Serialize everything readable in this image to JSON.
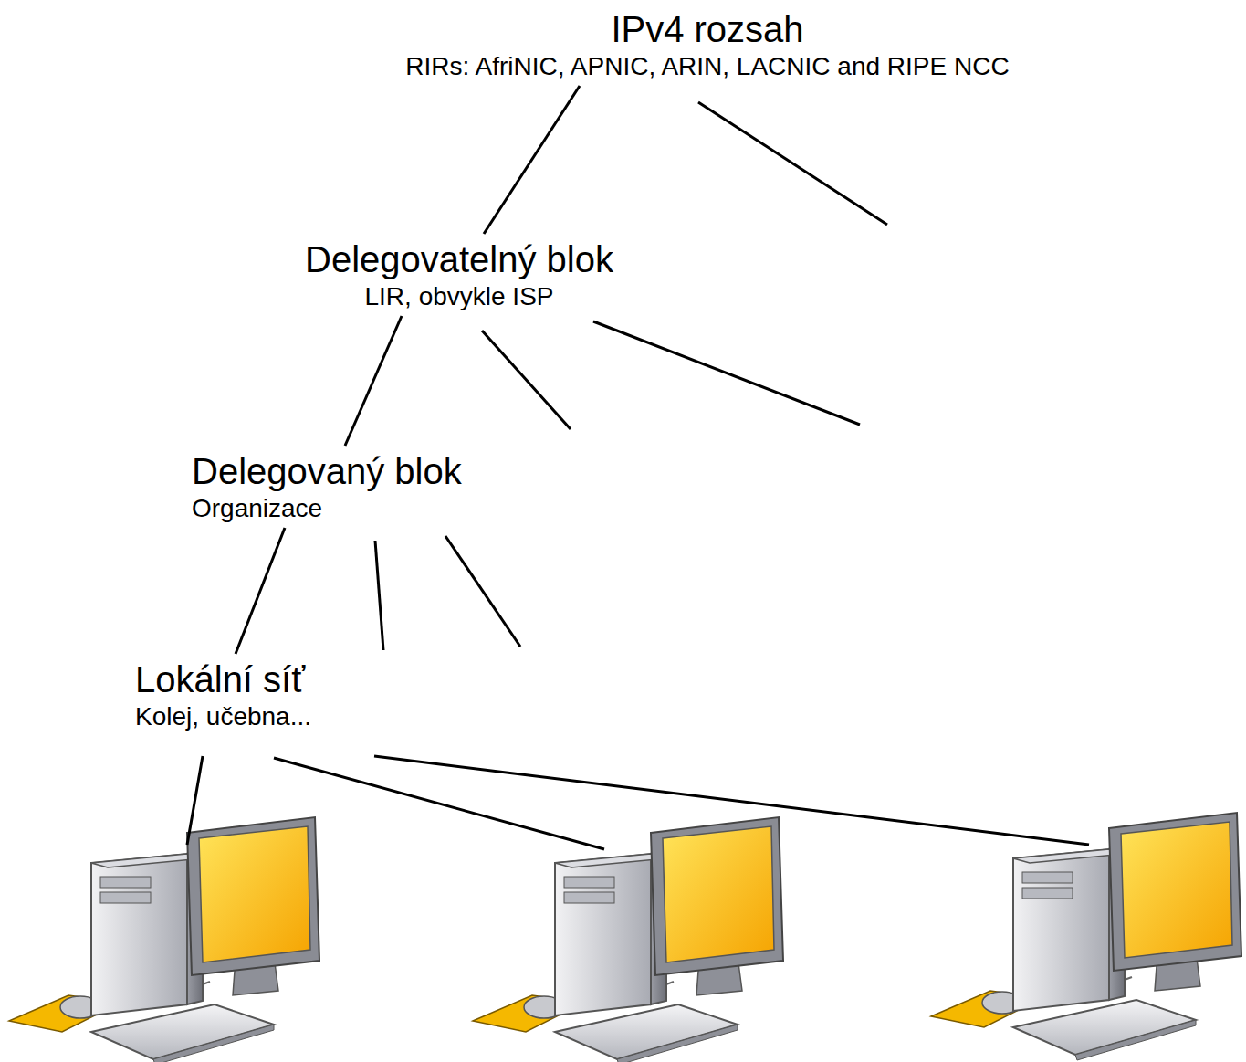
{
  "diagram": {
    "nodes": [
      {
        "text": [
          "IPv4 rozsah",
          "RIRs: AfriNIC, APNIC, ARIN, LACNIC and RIPE NCC"
        ]
      },
      {
        "text": [
          "Delegovatelný blok",
          "LIR, obvykle ISP"
        ]
      },
      {
        "text": [
          "Delegovaný blok",
          "Organizace"
        ]
      },
      {
        "text": [
          "Lokální síť",
          "Kolej, učebna..."
        ]
      }
    ],
    "edges": [
      {
        "from": 0,
        "to": 1,
        "arrow": "none"
      },
      {
        "from": 1,
        "to": 2,
        "arrow": "none"
      },
      {
        "from": 2,
        "to": 3,
        "arrow": "none"
      }
    ]
  }
}
